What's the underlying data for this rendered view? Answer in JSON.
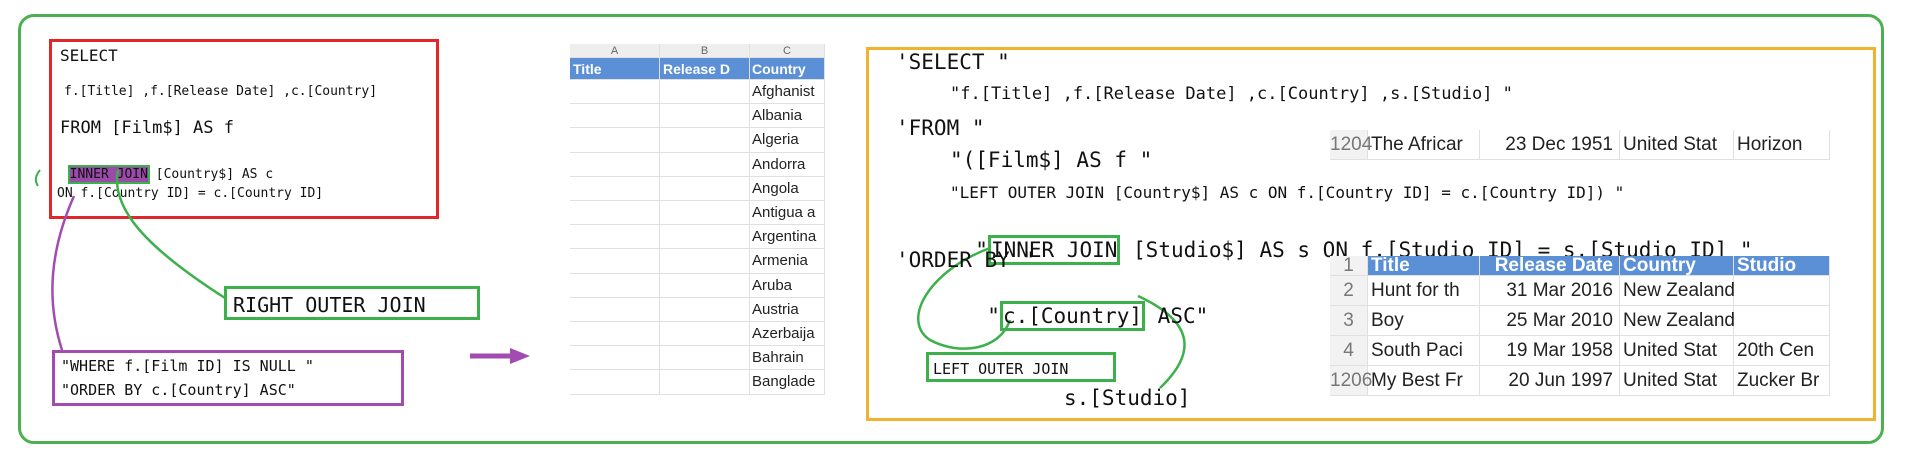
{
  "left_sql": {
    "line1": "SELECT",
    "line2": "f.[Title] ,f.[Release Date] ,c.[Country]",
    "line3": "FROM [Film$] AS f",
    "join_keyword": "INNER JOIN",
    "line4_rest": "[Country$] AS c",
    "line5": "ON f.[Country ID] = c.[Country ID]"
  },
  "callout_right_outer": "RIGHT OUTER JOIN",
  "callout_where": {
    "line1": "\"WHERE f.[Film ID] IS NULL \"",
    "line2": "\"ORDER BY c.[Country] ASC\""
  },
  "middle_sheet": {
    "col_letters": [
      "A",
      "B",
      "C"
    ],
    "headers": [
      "Title",
      "Release D",
      "Country"
    ],
    "countries": [
      "Afghanist",
      "Albania",
      "Algeria",
      "Andorra",
      "Angola",
      "Antigua a",
      "Argentina",
      "Armenia",
      "Aruba",
      "Austria",
      "Azerbaija",
      "Bahrain",
      "Banglade"
    ]
  },
  "right_sql": {
    "l1": "'SELECT \"",
    "l2": "\"f.[Title] ,f.[Release Date] ,c.[Country] ,s.[Studio] \"",
    "l3": "'FROM \"",
    "l4": "\"([Film$] AS f \"",
    "l5": "\"LEFT OUTER JOIN [Country$] AS c ON f.[Country ID] = c.[Country ID]) \"",
    "l6_quote": "\"",
    "l6_join": "INNER JOIN",
    "l6_rest": " [Studio$] AS s ON f.[Studio ID] = s.[Studio ID] \"",
    "l7": "'ORDER BY \"",
    "l8_quote": "\"",
    "l8_col": "c.[Country]",
    "l8_rest": " ASC\""
  },
  "callout_left_outer": "LEFT OUTER JOIN",
  "callout_studio": "s.[Studio]",
  "top_result": {
    "row": "1204",
    "cells": [
      "The Africar",
      "23 Dec 1951",
      "United Stat",
      "Horizon"
    ]
  },
  "bottom_result": {
    "headers": [
      "Title",
      "Release Date",
      "Country",
      "Studio"
    ],
    "rows": [
      {
        "num": "1",
        "cells": [
          "",
          "",
          "",
          ""
        ]
      },
      {
        "num": "2",
        "cells": [
          "Hunt for th",
          "31 Mar 2016",
          "New Zealand",
          ""
        ]
      },
      {
        "num": "3",
        "cells": [
          "Boy",
          "25 Mar 2010",
          "New Zealand",
          ""
        ]
      },
      {
        "num": "4",
        "cells": [
          "South Paci",
          "19 Mar 1958",
          "United Stat",
          "20th Cen"
        ]
      },
      {
        "num": "1206",
        "cells": [
          "My Best Fr",
          "20 Jun 1997",
          "United Stat",
          "Zucker Br"
        ]
      }
    ]
  },
  "colors": {
    "frame": "#4caf50",
    "red_box": "#e0282a",
    "green_box": "#3cb04a",
    "purple": "#a24bb0",
    "yellow_box": "#f2b22e",
    "table_header": "#5b8fd6"
  }
}
